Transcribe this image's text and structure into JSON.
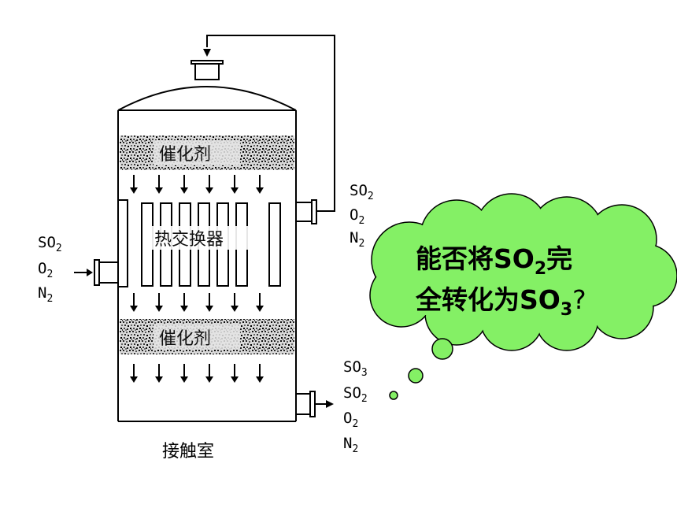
{
  "diagram": {
    "caption": "接触室",
    "catalyst_label": "催化剂",
    "heat_exchanger_label": "热交换器",
    "inlet_gases": [
      "SO",
      "2",
      "O",
      "2",
      "N",
      "2"
    ],
    "side_outlet_gases": [
      "SO",
      "2",
      "O",
      "2",
      "N",
      "2"
    ],
    "bottom_outlet_gases": [
      "SO",
      "3",
      "SO",
      "2",
      "O",
      "2",
      "N",
      "2"
    ]
  },
  "callout": {
    "line1_a": "能否将SO",
    "line1_sub": "2",
    "line1_b": "完",
    "line2_a": "全转化为SO",
    "line2_sub": "3",
    "line2_q": "?",
    "color": "#84F065"
  }
}
